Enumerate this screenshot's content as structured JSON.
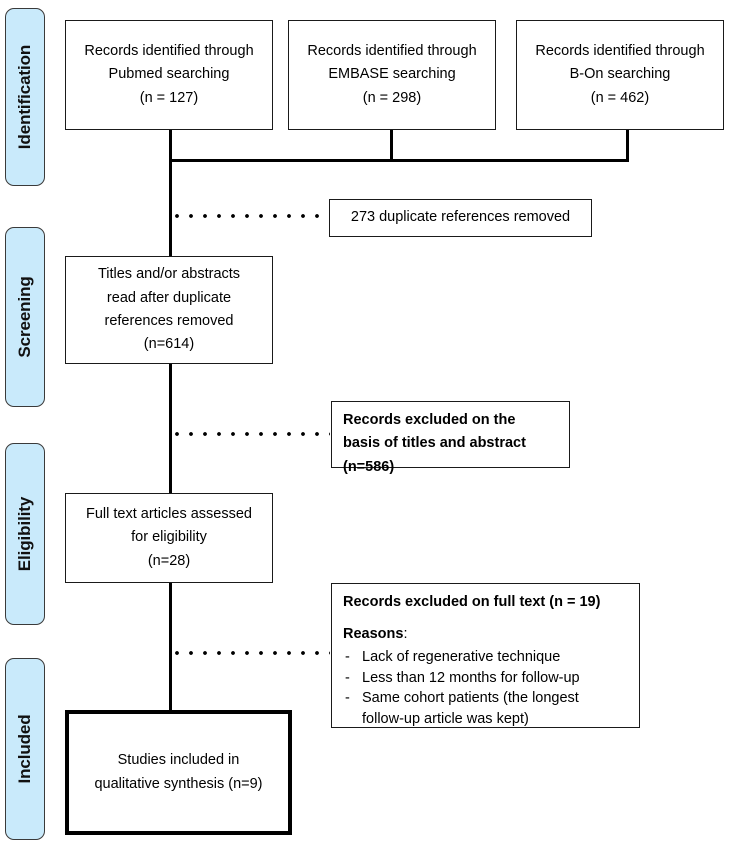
{
  "diagram": {
    "title": "PRISMA flow diagram",
    "accent_color": "#c9eafb",
    "line_color": "#000000"
  },
  "stages": [
    {
      "label": "Identification"
    },
    {
      "label": "Screening"
    },
    {
      "label": "Eligibility"
    },
    {
      "label": "Included"
    }
  ],
  "sources": [
    {
      "line1": "Records identified through",
      "line2": "Pubmed searching",
      "count": "(n = 127)"
    },
    {
      "line1": "Records identified through",
      "line2": "EMBASE searching",
      "count": "(n = 298)"
    },
    {
      "line1": "Records identified through",
      "line2": "B-On searching",
      "count": "(n = 462)"
    }
  ],
  "duplicates": {
    "text": "273 duplicate references removed"
  },
  "screening": {
    "line1": "Titles and/or abstracts",
    "line2": "read after duplicate",
    "line3": "references removed",
    "count": "(n=614)"
  },
  "excluded_titles": {
    "line1": "Records excluded on the",
    "line2": "basis of titles and abstract",
    "count": "(n=586)"
  },
  "eligibility": {
    "line1": "Full text articles assessed",
    "line2": "for eligibility",
    "count": "(n=28)"
  },
  "excluded_fulltext": {
    "heading": "Records excluded on full text (n = 19)",
    "reasons_label": "Reasons",
    "reasons_colon": ":",
    "reasons": [
      {
        "dash": "-",
        "text": "Lack of regenerative technique"
      },
      {
        "dash": "-",
        "text": "Less than 12 months for follow-up"
      },
      {
        "dash": "-",
        "text": "Same cohort patients (the longest"
      },
      {
        "dash": "",
        "text": "follow-up article was kept)"
      }
    ]
  },
  "included": {
    "line1": "Studies included in",
    "line2": "qualitative synthesis (n=9)"
  }
}
